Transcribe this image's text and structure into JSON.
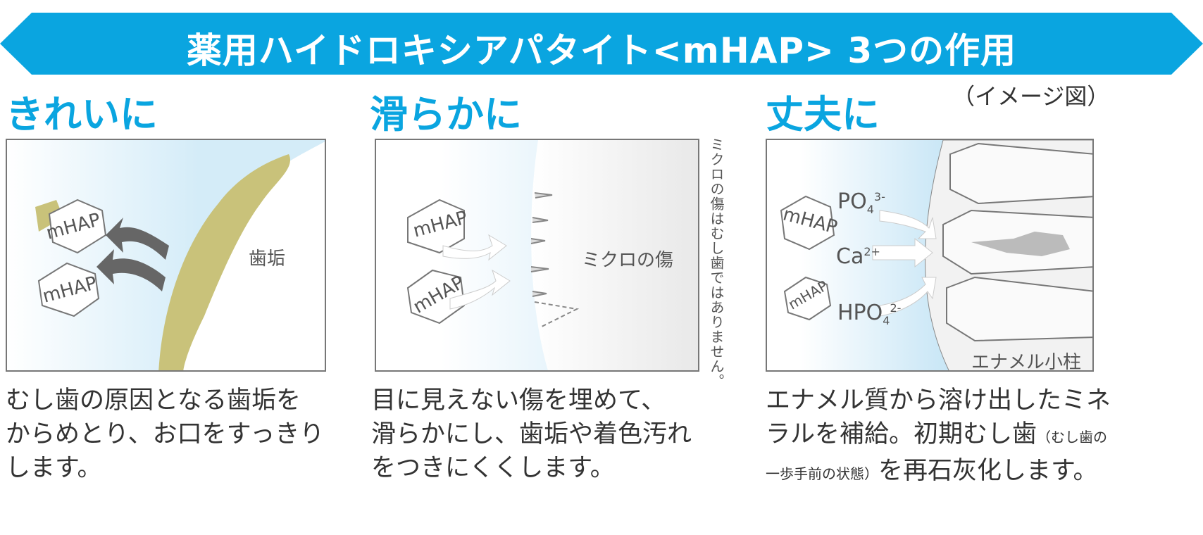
{
  "banner": {
    "title": "薬用ハイドロキシアパタイト<mHAP> 3つの作用",
    "color": "#0aa5e0"
  },
  "note": "（イメージ図）",
  "sections": [
    {
      "heading": "きれいに",
      "labels": {
        "mhap1": "mHAP",
        "mhap2": "mHAP",
        "plaque": "歯垢"
      },
      "body": [
        "むし歯の原因となる歯垢を",
        "からめとり、お口をすっきり",
        "します。"
      ]
    },
    {
      "heading": "滑らかに",
      "labels": {
        "mhap1": "mHAP",
        "mhap2": "mHAP",
        "scratch": "ミクロの傷"
      },
      "vertical_note": "ミクロの傷はむし歯ではありません。",
      "body": [
        "目に見えない傷を埋めて、",
        "滑らかにし、歯垢や着色汚れ",
        "をつきにくくします。"
      ]
    },
    {
      "heading": "丈夫に",
      "labels": {
        "mhap1": "mHAP",
        "mhap2": "mHAP",
        "enamel": "エナメル小柱"
      },
      "ions": [
        {
          "base": "PO",
          "sub": "4",
          "sup": "3-"
        },
        {
          "base": "Ca",
          "sub": "",
          "sup": "2+"
        },
        {
          "base": "HPO",
          "sub": "4",
          "sup": "2-"
        }
      ],
      "body_line1": "エナメル質から溶け出したミネ",
      "body_line2": "ラルを補給。初期むし歯",
      "body_line2_small": "（むし歯の",
      "body_line3_small": "一歩手前の状態）",
      "body_line3": "を再石灰化します。"
    }
  ]
}
